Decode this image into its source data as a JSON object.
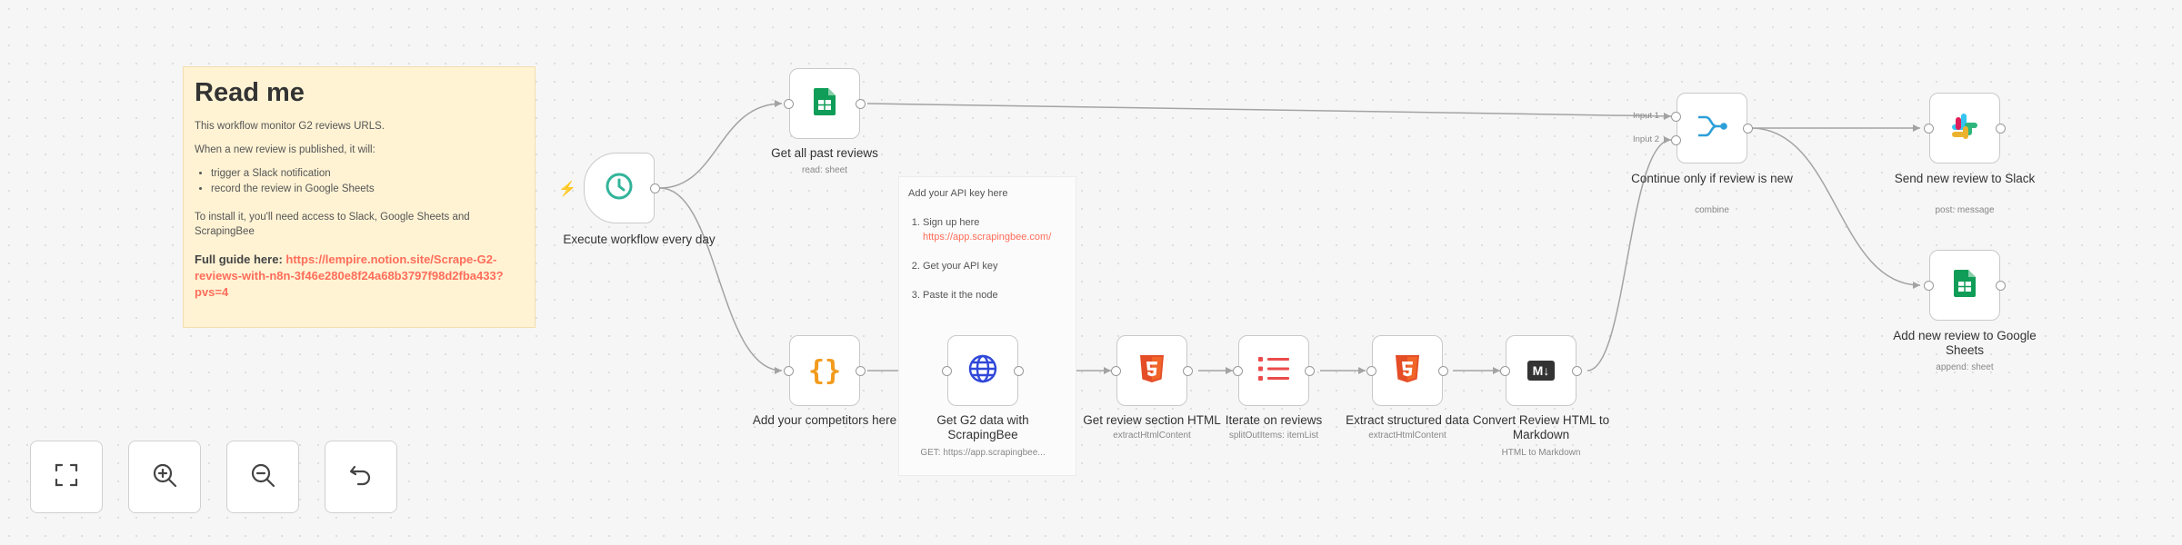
{
  "readme": {
    "title": "Read me",
    "p1": "This workflow monitor G2 reviews URLS.",
    "p2": "When a new review is published, it will:",
    "bullets": [
      "trigger a Slack notification",
      "record the review in Google Sheets"
    ],
    "p3": "To install it, you'll need access to Slack, Google Sheets and ScrapingBee",
    "guide_prefix": "Full guide here: ",
    "guide_link": "https://lempire.notion.site/Scrape-G2-reviews-with-n8n-3f46e280e8f24a68b3797f98d2fba433?pvs=4"
  },
  "apikey_note": {
    "title": "Add your API key here",
    "step1": "Sign up here",
    "step1_link": "https://app.scrapingbee.com/",
    "step2": "Get your API key",
    "step3": "Paste it the node"
  },
  "nodes": {
    "trigger": {
      "label": "Execute workflow every day",
      "icon": "clock-icon"
    },
    "past_reviews": {
      "label": "Get all past reviews",
      "sub": "read: sheet",
      "icon": "google-sheets-icon"
    },
    "competitors": {
      "label": "Add your competitors here",
      "icon": "code-braces-icon"
    },
    "g2_data": {
      "label": "Get G2 data with ScrapingBee",
      "sub": "GET: https://app.scrapingbee...",
      "icon": "globe-icon"
    },
    "review_section": {
      "label": "Get review section HTML",
      "sub": "extractHtmlContent",
      "icon": "html5-icon"
    },
    "iterate": {
      "label": "Iterate on reviews",
      "sub": "splitOutItems: itemList",
      "icon": "list-icon"
    },
    "extract": {
      "label": "Extract structured data",
      "sub": "extractHtmlContent",
      "icon": "html5-icon"
    },
    "convert": {
      "label": "Convert Review HTML to Markdown",
      "sub": "HTML to Markdown",
      "icon": "markdown-icon",
      "badge": "M↓"
    },
    "merge": {
      "label": "Continue only if review is new",
      "sub": "combine",
      "icon": "merge-icon",
      "input1": "Input 1",
      "input2": "Input 2"
    },
    "slack": {
      "label": "Send new review to Slack",
      "sub": "post: message",
      "icon": "slack-icon"
    },
    "sheets_add": {
      "label": "Add new review to Google Sheets",
      "sub": "append: sheet",
      "icon": "google-sheets-icon"
    }
  },
  "colors": {
    "accent": "#ff6d5a",
    "sheets": "#0f9d58",
    "clock": "#33b49a",
    "html5": "#e44d26",
    "globe": "#3048d9"
  },
  "controls": {
    "fit": "fit-view-icon",
    "zoom_in": "zoom-in-icon",
    "zoom_out": "zoom-out-icon",
    "reset": "reset-zoom-icon"
  }
}
